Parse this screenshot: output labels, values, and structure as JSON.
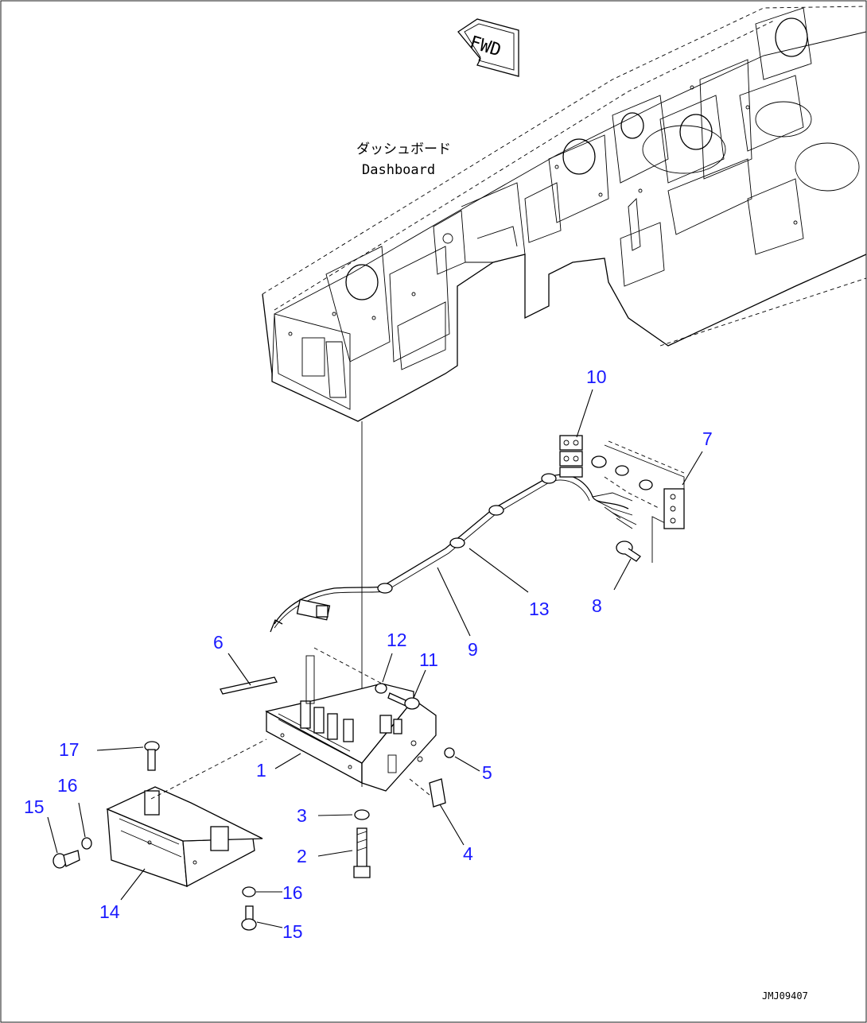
{
  "orientation_label": "FWD",
  "dashboard_caption": {
    "japanese": "ダッシュボード",
    "english": "Dashboard"
  },
  "callouts": [
    {
      "id": "c1",
      "label": "1"
    },
    {
      "id": "c2",
      "label": "2"
    },
    {
      "id": "c3",
      "label": "3"
    },
    {
      "id": "c4",
      "label": "4"
    },
    {
      "id": "c5",
      "label": "5"
    },
    {
      "id": "c6",
      "label": "6"
    },
    {
      "id": "c7",
      "label": "7"
    },
    {
      "id": "c8",
      "label": "8"
    },
    {
      "id": "c9",
      "label": "9"
    },
    {
      "id": "c10",
      "label": "10"
    },
    {
      "id": "c11",
      "label": "11"
    },
    {
      "id": "c12",
      "label": "12"
    },
    {
      "id": "c13",
      "label": "13"
    },
    {
      "id": "c14",
      "label": "14"
    },
    {
      "id": "c15a",
      "label": "15"
    },
    {
      "id": "c15b",
      "label": "15"
    },
    {
      "id": "c16a",
      "label": "16"
    },
    {
      "id": "c16b",
      "label": "16"
    },
    {
      "id": "c17",
      "label": "17"
    }
  ],
  "document_id": "JMJ09407",
  "colors": {
    "line": "#000000",
    "callout": "#1a1aff",
    "background": "#ffffff"
  }
}
